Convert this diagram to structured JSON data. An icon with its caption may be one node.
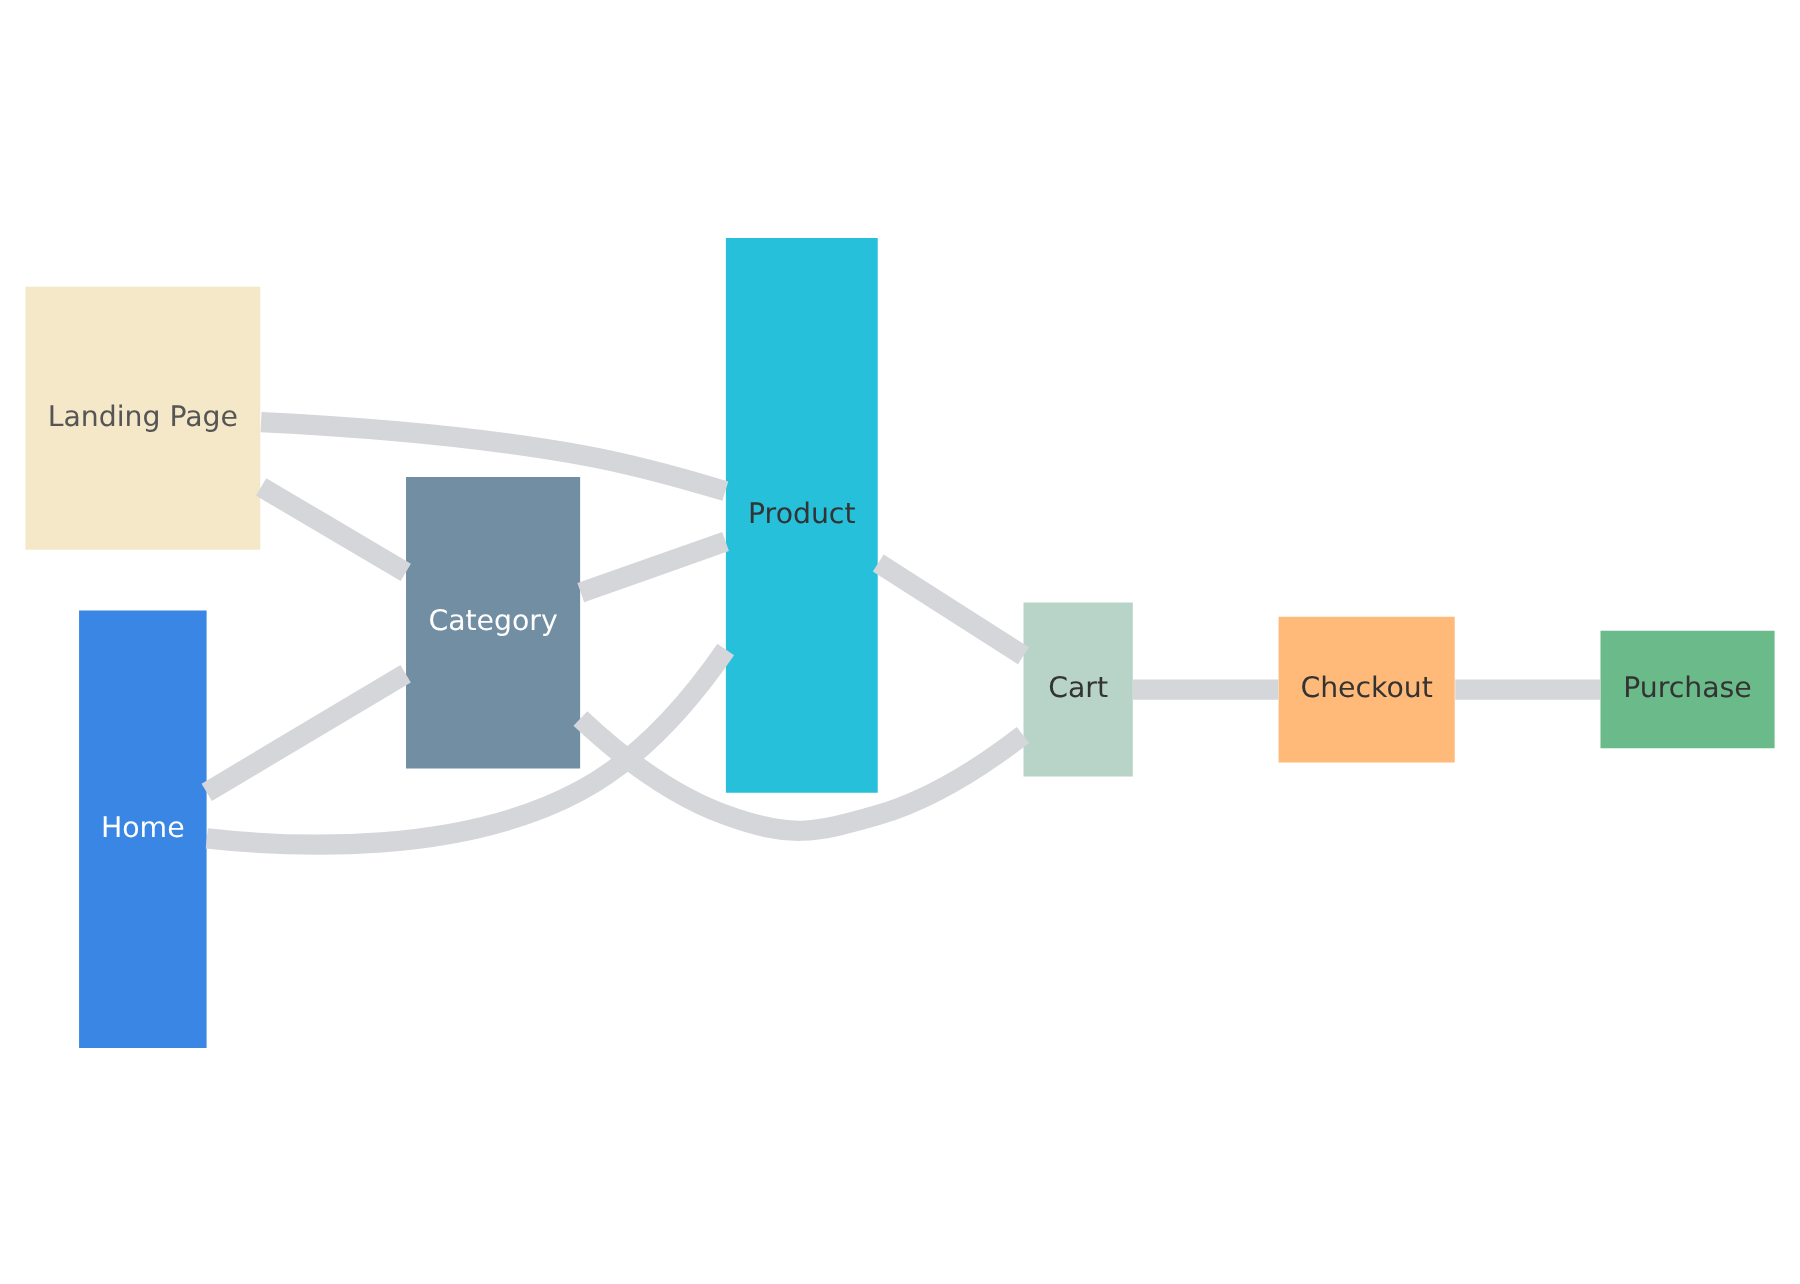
{
  "diagram": {
    "nodes": [
      {
        "text": [
          "Home"
        ]
      },
      {
        "text": [
          "Landing Page"
        ]
      },
      {
        "text": [
          "Category"
        ]
      },
      {
        "text": [
          "Product"
        ]
      },
      {
        "text": [
          "Cart"
        ]
      },
      {
        "text": [
          "Checkout"
        ]
      },
      {
        "text": [
          "Purchase"
        ]
      }
    ],
    "edges": [
      {
        "from": 0,
        "to": 3,
        "arrow": "none"
      },
      {
        "from": 0,
        "to": 2,
        "arrow": "none"
      },
      {
        "from": 1,
        "to": 3,
        "arrow": "none"
      },
      {
        "from": 1,
        "to": 2,
        "arrow": "none"
      },
      {
        "from": 2,
        "to": 3,
        "arrow": "none"
      },
      {
        "from": 2,
        "to": 4,
        "arrow": "none"
      },
      {
        "from": 3,
        "to": 4,
        "arrow": "none"
      },
      {
        "from": 4,
        "to": 5,
        "arrow": "none"
      },
      {
        "from": 5,
        "to": 6,
        "arrow": "none"
      }
    ]
  }
}
